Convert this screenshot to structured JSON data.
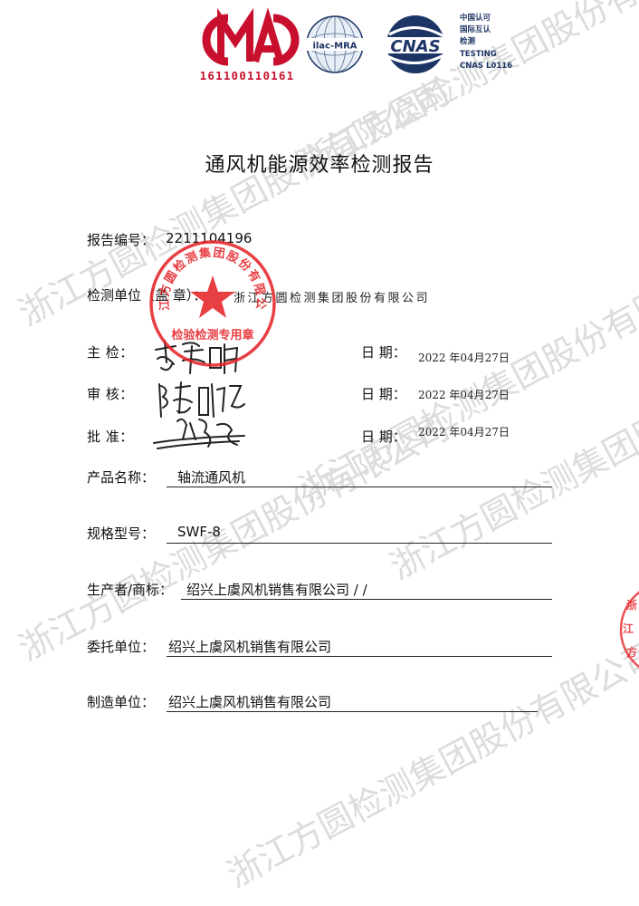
{
  "logos": {
    "cma": {
      "text": "CMA",
      "number": "161100110161",
      "color": "#c8102e"
    },
    "ilac": {
      "text": "ilac-MRA"
    },
    "cnas": {
      "text": "CNAS",
      "side_lines": [
        "中国认可",
        "国际互认",
        "检测",
        "TESTING",
        "CNAS L0116"
      ]
    }
  },
  "title": "通风机能源效率检测报告",
  "report": {
    "number_label": "报告编号：",
    "number_value": "2211104196",
    "org_label": "检测单位（盖  章）：",
    "org_value": "浙江方圆检测集团股份有限公司"
  },
  "stamp": {
    "arc_text": "浙江方圆检测集团股份有限公司",
    "bottom_text": "检验检测专用章",
    "color": "#e5252a"
  },
  "approvals": [
    {
      "label": "主    检：",
      "date_label": "日    期：",
      "date": "2022 年04月27日"
    },
    {
      "label": "审    核：",
      "date_label": "日    期：",
      "date": "2022 年04月27日"
    },
    {
      "label": "批    准：",
      "date_label": "日    期：",
      "date": "2022 年04月27日"
    }
  ],
  "signatures": [
    "李希明",
    "陈鹏飞",
    "余涛"
  ],
  "fields": [
    {
      "label": "产品名称：",
      "value": "轴流通风机"
    },
    {
      "label": "规格型号：",
      "value": "SWF-8"
    },
    {
      "label": "生产者/商标：",
      "value": "绍兴上虞风机销售有限公司 / /"
    },
    {
      "label": "委托单位：",
      "value": "绍兴上虞风机销售有限公司"
    },
    {
      "label": "制造单位：",
      "value": "绍兴上虞风机销售有限公司"
    }
  ],
  "watermark_text": "浙江方圆检测集团股份有限公司",
  "colors": {
    "stamp_red": "#e5252a",
    "cnas_blue": "#1d3565",
    "watermark": "#d9d9d9"
  }
}
